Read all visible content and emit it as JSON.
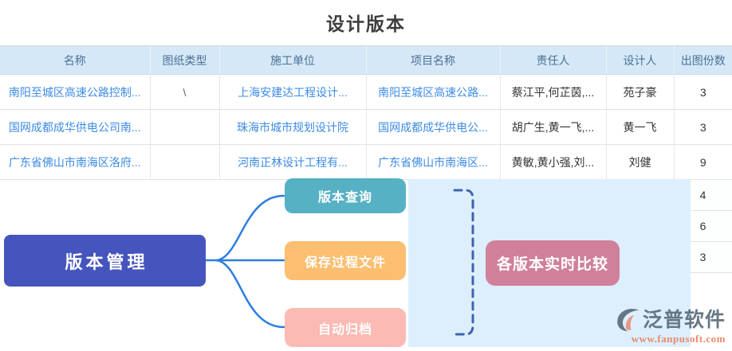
{
  "page": {
    "title": "设计版本"
  },
  "table": {
    "columns": [
      "名称",
      "图纸类型",
      "施工单位",
      "项目名称",
      "责任人",
      "设计人",
      "出图份数"
    ],
    "rows": [
      {
        "name": "南阳至城区高速公路控制...",
        "drawing_type": "\\",
        "construction_unit": "上海安建达工程设计...",
        "project_name": "南阳至城区高速公路...",
        "responsible": "蔡江平,何芷茵,...",
        "designer": "苑子豪",
        "copies": "3"
      },
      {
        "name": "国网成都成华供电公司南...",
        "drawing_type": "",
        "construction_unit": "珠海市城市规划设计院",
        "project_name": "国网成都成华供电公...",
        "responsible": "胡广生,黄一飞,...",
        "designer": "黄一飞",
        "copies": "3"
      },
      {
        "name": "广东省佛山市南海区洛府...",
        "drawing_type": "",
        "construction_unit": "河南正林设计工程有...",
        "project_name": "广东省佛山市南海区...",
        "responsible": "黄敏,黄小强,刘...",
        "designer": "刘健",
        "copies": "9"
      },
      {
        "name": "",
        "drawing_type": "",
        "construction_unit": "",
        "project_name": "",
        "responsible": "",
        "designer": "",
        "copies": "4"
      },
      {
        "name": "",
        "drawing_type": "",
        "construction_unit": "",
        "project_name": "",
        "responsible": "",
        "designer": "",
        "copies": "6"
      },
      {
        "name": "",
        "drawing_type": "",
        "construction_unit": "",
        "project_name": "",
        "responsible": "",
        "designer": "",
        "copies": "3"
      }
    ]
  },
  "diagram": {
    "root_label": "版本管理",
    "branch_1": "版本查询",
    "branch_2": "保存过程文件",
    "branch_3": "自动归档",
    "result_label": "各版本实时比较",
    "colors": {
      "root": "#4655bd",
      "branch_1": "#57b1c4",
      "branch_2": "#fcbe71",
      "branch_3": "#fbbab3",
      "result": "#d0809b",
      "connector": "#2c7de0",
      "bracket": "#3e63ad",
      "panel": "#ddeffc"
    }
  },
  "watermark": {
    "brand": "泛普软件",
    "url": "www.fanpusoft.com"
  },
  "theme": {
    "header_bg": "#d5e8f7",
    "header_text": "#4b7096",
    "link_color": "#3c8be4"
  }
}
